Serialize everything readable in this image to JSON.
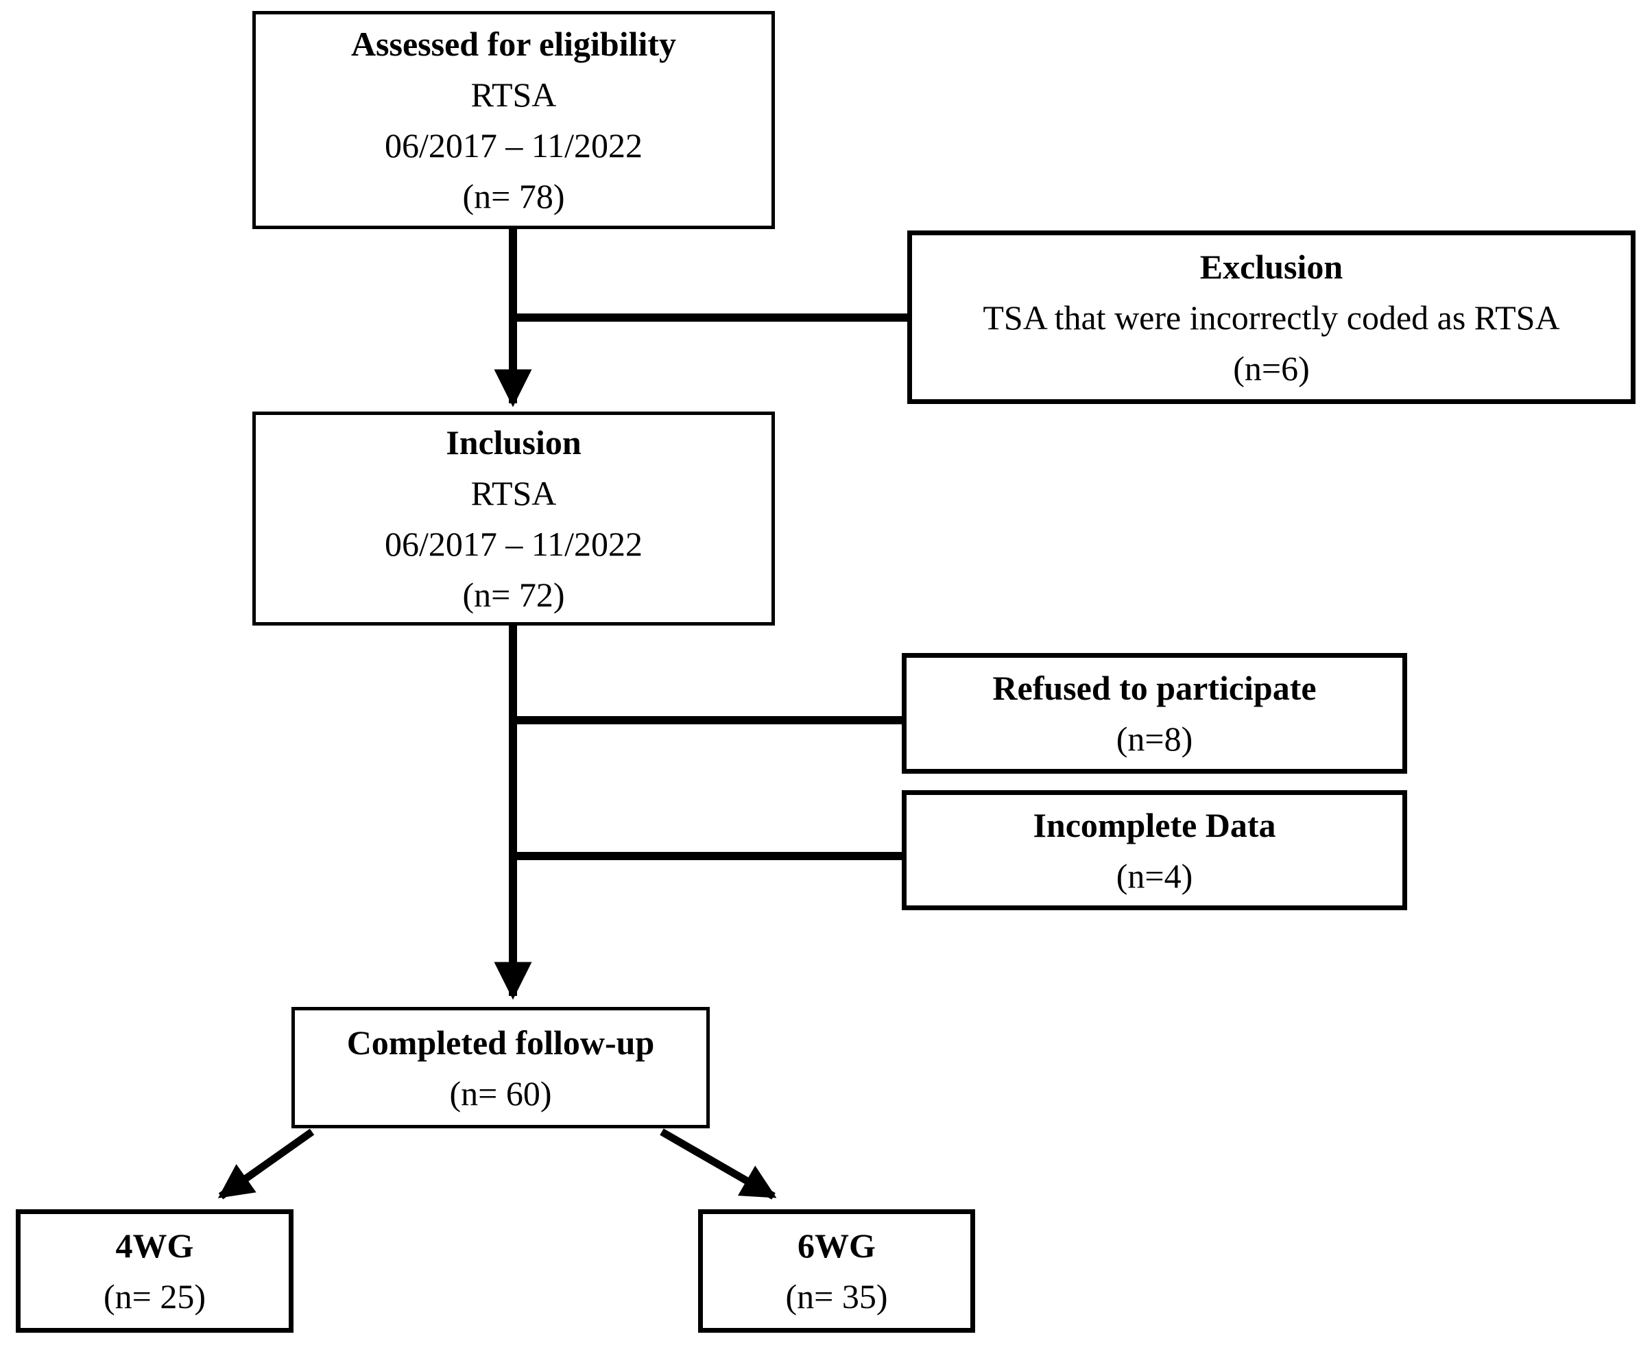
{
  "diagram": {
    "type": "patient-flow-chart",
    "colors": {
      "background": "#ffffff",
      "box_fill": "#ffffff",
      "box_border": "#000000",
      "text": "#000000",
      "connector": "#000000"
    },
    "boxes": {
      "assessed": {
        "title": "Assessed for eligibility",
        "subtitle": "RTSA",
        "period": "06/2017 – 11/2022",
        "count": "(n= 78)"
      },
      "exclusion": {
        "title": "Exclusion",
        "reason": "TSA that were incorrectly coded as RTSA",
        "count": "(n=6)"
      },
      "inclusion": {
        "title": "Inclusion",
        "subtitle": "RTSA",
        "period": "06/2017 – 11/2022",
        "count": "(n= 72)"
      },
      "refused": {
        "title": "Refused to participate",
        "count": "(n=8)"
      },
      "incomplete": {
        "title": "Incomplete Data",
        "count": "(n=4)"
      },
      "completed": {
        "title": "Completed follow-up",
        "count": "(n= 60)"
      },
      "group_4wg": {
        "title": "4WG",
        "count": "(n= 25)"
      },
      "group_6wg": {
        "title": "6WG",
        "count": "(n= 35)"
      }
    }
  }
}
